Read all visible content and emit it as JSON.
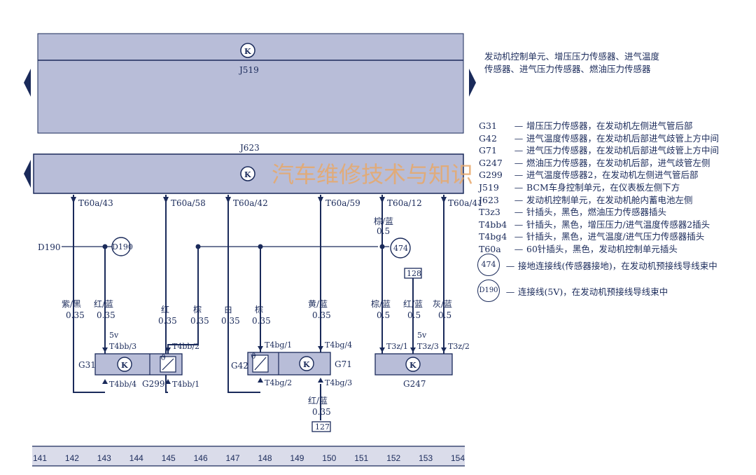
{
  "title_lines": [
    "发动机控制单元、增压压力传感器、进气温度",
    "传感器、进气压力传感器、燃油压力传感器"
  ],
  "colors": {
    "box_fill": "#b8bdd8",
    "line": "#1a2a5a",
    "watermark": "#e8a86a"
  },
  "modules": {
    "j519": "J519",
    "j623": "J623"
  },
  "watermark": "汽车维修技术与知识",
  "pins": {
    "t43": "T60a/43",
    "t58": "T60a/58",
    "t42": "T60a/42",
    "t59": "T60a/59",
    "t12": "T60a/12",
    "t41": "T60a/41"
  },
  "splices": {
    "d190_text": "D190",
    "d190_circle": "D190",
    "g474": "474"
  },
  "wires": {
    "w1": {
      "color": "紫/黑",
      "size": "0.35"
    },
    "w2": {
      "color": "红/蓝",
      "size": "0.35"
    },
    "w3": {
      "color": "红",
      "size": "0.35"
    },
    "w4": {
      "color": "棕",
      "size": "0.35"
    },
    "w5": {
      "color": "白",
      "size": "0.35"
    },
    "w6": {
      "color": "棕",
      "size": "0.35"
    },
    "w7": {
      "color": "黄/蓝",
      "size": "0.35"
    },
    "w8top": {
      "color": "棕/蓝",
      "size": "0.5"
    },
    "w8": {
      "color": "棕/蓝",
      "size": "0.5"
    },
    "w9": {
      "color": "红/蓝",
      "size": "0.5"
    },
    "w10": {
      "color": "灰/蓝",
      "size": "0.5"
    },
    "w11": {
      "color": "红/蓝",
      "size": "0.35"
    }
  },
  "refs": {
    "r128": "128",
    "r127": "127"
  },
  "voltages": {
    "v1": "5v",
    "v2": "5v"
  },
  "connectors": {
    "t4bb3": "T4bb/3",
    "t4bb2": "T4bb/2",
    "t4bb4": "T4bb/4",
    "t4bb1": "T4bb/1",
    "t4bg1": "T4bg/1",
    "t4bg4": "T4bg/4",
    "t4bg2": "T4bg/2",
    "t4bg3": "T4bg/3",
    "t3z1": "T3z/1",
    "t3z3": "T3z/3",
    "t3z2": "T3z/2"
  },
  "components": {
    "g31": "G31",
    "g299": "G299",
    "g42": "G42",
    "g71": "G71",
    "g247": "G247"
  },
  "ruler": [
    "141",
    "142",
    "143",
    "144",
    "145",
    "146",
    "147",
    "148",
    "149",
    "150",
    "151",
    "152",
    "153",
    "154"
  ],
  "legend": [
    {
      "code": "G31",
      "dash": "—",
      "text": "增压压力传感器，在发动机左侧进气管后部"
    },
    {
      "code": "G42",
      "dash": "—",
      "text": "进气温度传感器，在发动机后部进气歧管上方中间"
    },
    {
      "code": "G71",
      "dash": "—",
      "text": "进气压力传感器，在发动机后部进气歧管上方中间"
    },
    {
      "code": "G247",
      "dash": "—",
      "text": "燃油压力传感器，在发动机后部，进气歧管左侧"
    },
    {
      "code": "G299",
      "dash": "—",
      "text": "进气温度传感器2，在发动机左侧进气管后部"
    },
    {
      "code": "J519",
      "dash": "—",
      "text": "BCM车身控制单元，在仪表板左侧下方"
    },
    {
      "code": "J623",
      "dash": "—",
      "text": "发动机控制单元，在发动机舱内蓄电池左侧"
    },
    {
      "code": "T3z3",
      "dash": "—",
      "text": "针插头，黑色，燃油压力传感器插头"
    },
    {
      "code": "T4bb4",
      "dash": "—",
      "text": "针插头，黑色，增压压力/进气温度传感器2插头"
    },
    {
      "code": "T4bg4",
      "dash": "—",
      "text": "针插头，黑色，进气温度/进气压力传感器插头"
    },
    {
      "code": "T60a",
      "dash": "—",
      "text": "60针插头，黑色，发动机控制单元插头"
    }
  ],
  "legend_special": [
    {
      "code": "474",
      "dash": "—",
      "text": "接地连接线(传感器接地)，在发动机预接线导线束中"
    },
    {
      "code": "D190",
      "dash": "—",
      "text": "连接线(5V)，在发动机预接线导线束中"
    }
  ]
}
